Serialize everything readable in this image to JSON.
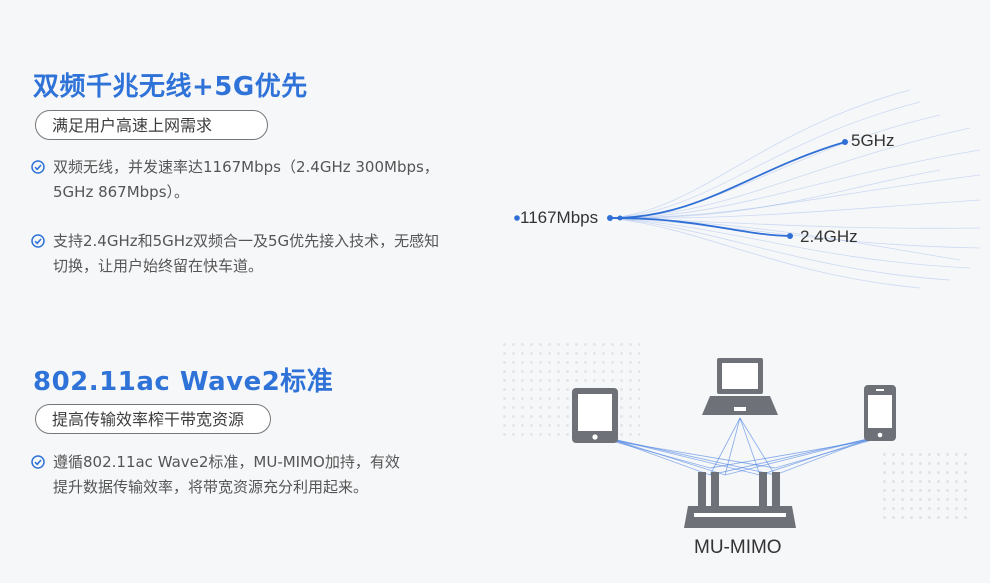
{
  "section1": {
    "title": "双频千兆无线+5G优先",
    "pill": "满足用户高速上网需求",
    "bullets": [
      {
        "line1": "双频无线，并发速率达1167Mbps（2.4GHz 300Mbps，",
        "line2": "5GHz 867Mbps）。"
      },
      {
        "line1": "支持2.4GHz和5GHz双频合一及5G优先接入技术，无感知",
        "line2": "切换，让用户始终留在快车道。"
      }
    ],
    "diagram": {
      "total": "1167Mbps",
      "band_a": "5GHz",
      "band_b": "2.4GHz"
    }
  },
  "section2": {
    "title": "802.11ac Wave2标准",
    "pill": "提高传输效率榨干带宽资源",
    "bullets": [
      {
        "line1": "遵循802.11ac Wave2标准，MU-MIMO加持，有效",
        "line2": "提升数据传输效率，将带宽资源充分利用起来。"
      }
    ],
    "diagram": {
      "caption": "MU-MIMO"
    }
  },
  "colors": {
    "accent": "#2f73d8",
    "wave": "#3a78e0",
    "device": "#6e7178"
  },
  "icons": [
    "check-circle-icon",
    "tablet-icon",
    "laptop-icon",
    "phone-icon",
    "router-icon"
  ]
}
